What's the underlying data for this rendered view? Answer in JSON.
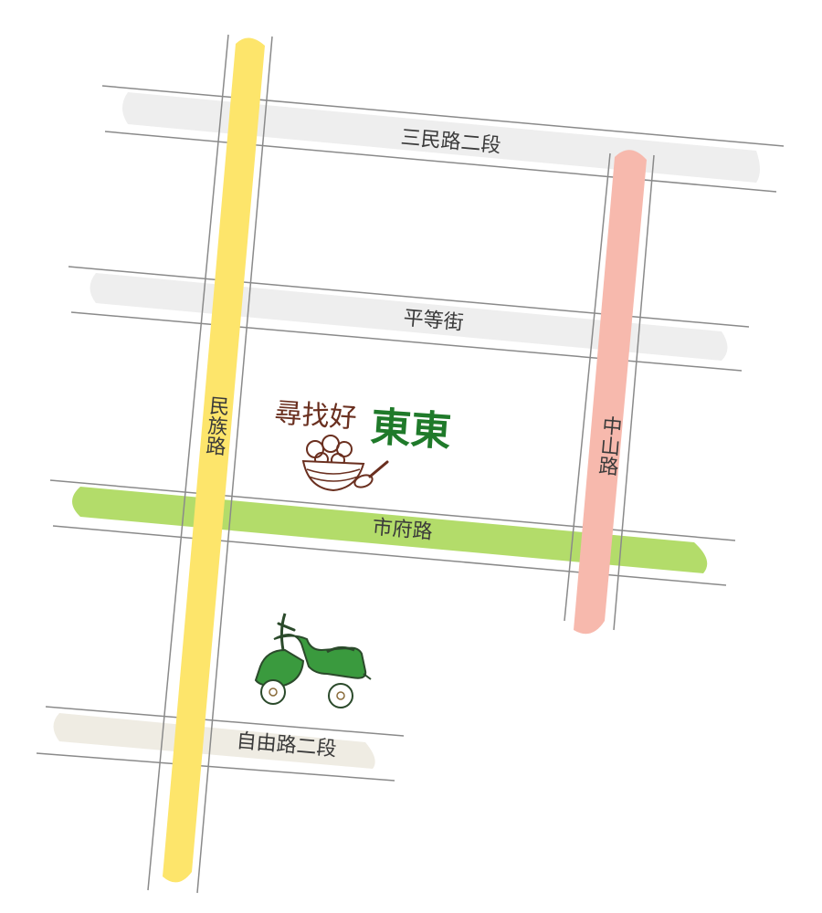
{
  "roads": {
    "sanmin": {
      "name": "三民路二段",
      "color": "#eeeeee"
    },
    "pingdeng": {
      "name": "平等街",
      "color": "#eeeeee"
    },
    "shifu": {
      "name": "市府路",
      "color": "#b3dc6a"
    },
    "ziyou": {
      "name": "自由路二段",
      "color": "#efece3"
    },
    "minzu": {
      "name": "民族路",
      "color": "#fde56b"
    },
    "zhongshan": {
      "name": "中山路",
      "color": "#f7b9ad"
    }
  },
  "logo": {
    "small_text": "尋找好",
    "big_text": "東東",
    "icon": "dessert-bowl-with-spoon-icon"
  },
  "markers": {
    "parking": {
      "icon": "scooter-icon",
      "color": "#3a9a3e"
    }
  },
  "colors": {
    "line": "#8a8a8a",
    "logo_brown": "#6a2f1f",
    "logo_green": "#1f7a2a"
  }
}
